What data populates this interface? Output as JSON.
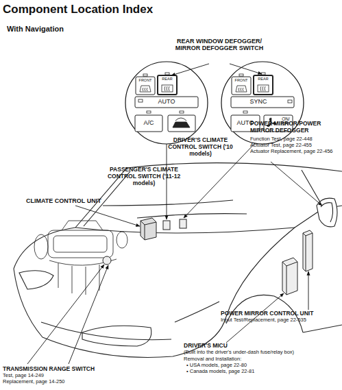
{
  "diagram": {
    "title": "Component Location Index",
    "labels": [
      "With Navigation",
      "REAR WINDOW DEFOGGER/ MIRROR DEFOGGER SWITCH",
      "FRONT",
      "REAR",
      "AUTO",
      "A/C",
      "FRONT",
      "REAR",
      "SYNC",
      "AUTO",
      "ON/ OFF",
      "PASSENGER'S CLIMATE CONTROL SWITCH ('11-12 models)",
      "DRIVER'S CLIMATE CONTROL SWITCH ('10 models)",
      "POWER MIRROR/POWER MIRROR DEFOGGER",
      "Function Test, page 22-448",
      "Actuator Test, page 22-455",
      "Actuator Replacement, page 22-456",
      "CLIMATE CONTROL UNIT",
      "POWER MIRROR CONTROL UNIT",
      "Input Test/Replacement, page 22-535",
      "DRIVER'S MICU",
      "(Built into the driver's under-dash fuse/relay box)",
      "Removal and Installation:",
      "• USA models, page 22-80",
      "• Canada models, page 22-81",
      "TRANSMISSION RANGE SWITCH",
      "Test, page 14-249",
      "Replacement, page 14-250"
    ]
  }
}
